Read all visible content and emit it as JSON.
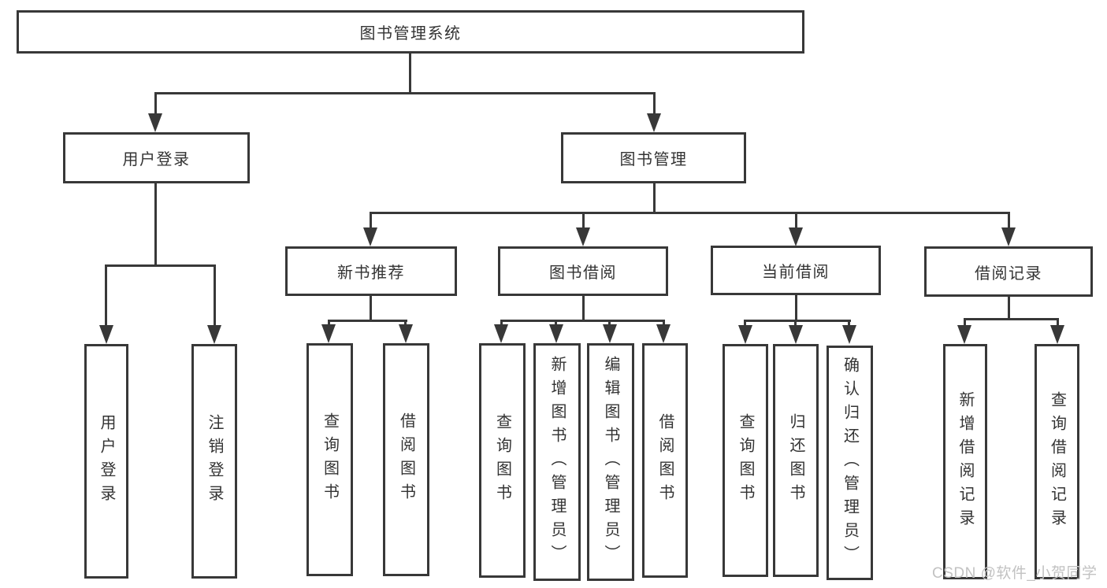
{
  "nodes": {
    "root": "图书管理系统",
    "user_login": "用户登录",
    "book_mgmt": "图书管理",
    "login": "用户登录",
    "logout": "注销登录",
    "new_books": "新书推荐",
    "book_borrow": "图书借阅",
    "current_borrow": "当前借阅",
    "borrow_records": "借阅记录",
    "nb_query": "查询图书",
    "nb_borrow": "借阅图书",
    "bb_query": "查询图书",
    "bb_add": "新增图书（管理员）",
    "bb_edit": "编辑图书（管理员）",
    "bb_borrow": "借阅图书",
    "cb_query": "查询图书",
    "cb_return": "归还图书",
    "cb_confirm": "确认归还（管理员）",
    "br_add": "新增借阅记录",
    "br_query": "查询借阅记录"
  },
  "watermark": "CSDN @软件_小贺同学",
  "colors": {
    "line": "#383838",
    "text": "#333333",
    "watermark": "#c2c2c2",
    "background": "#ffffff"
  }
}
